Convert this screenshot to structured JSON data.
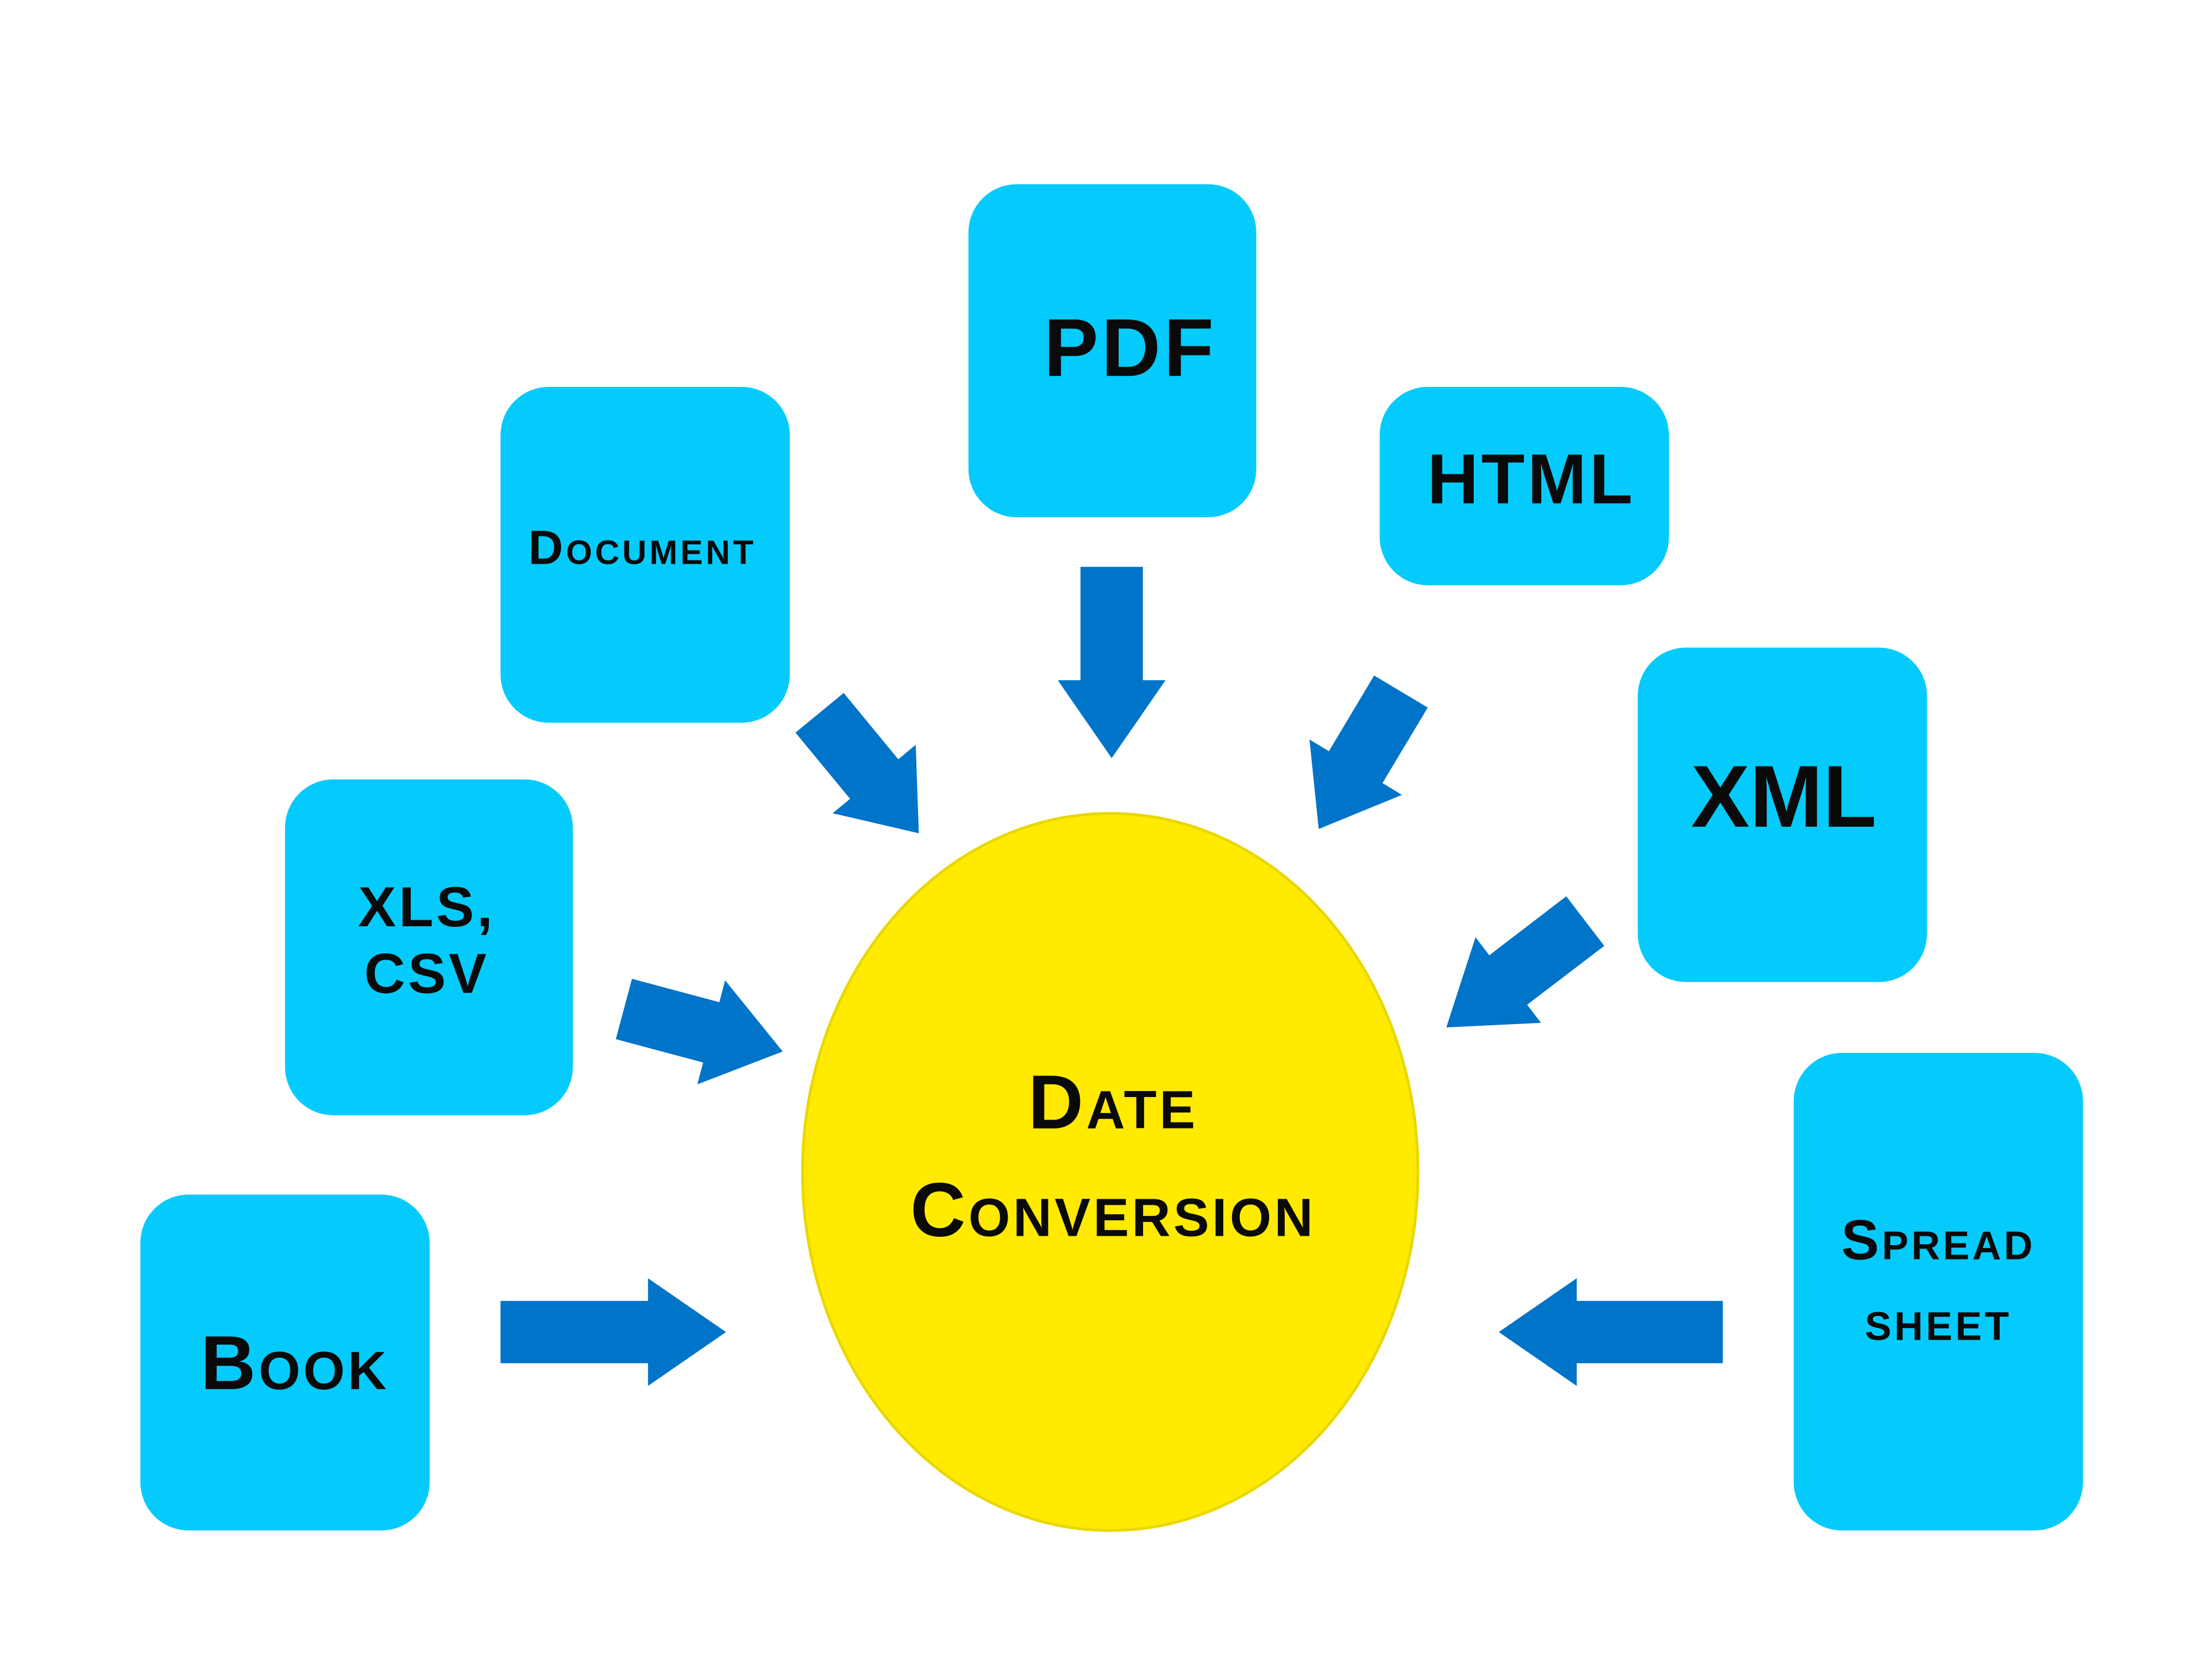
{
  "center": {
    "line1": "Date",
    "line2": "Conversion"
  },
  "sources": {
    "pdf": "PDF",
    "document": "Document",
    "html": "HTML",
    "xml": "XML",
    "xls_line1": "XLS,",
    "xls_line2": "CSV",
    "book": "Book",
    "spread_line1": "Spread",
    "spread_line2": "sheet"
  },
  "colors": {
    "box": "#05cbfc",
    "arrow": "#0074c8",
    "center": "#ffea00"
  }
}
